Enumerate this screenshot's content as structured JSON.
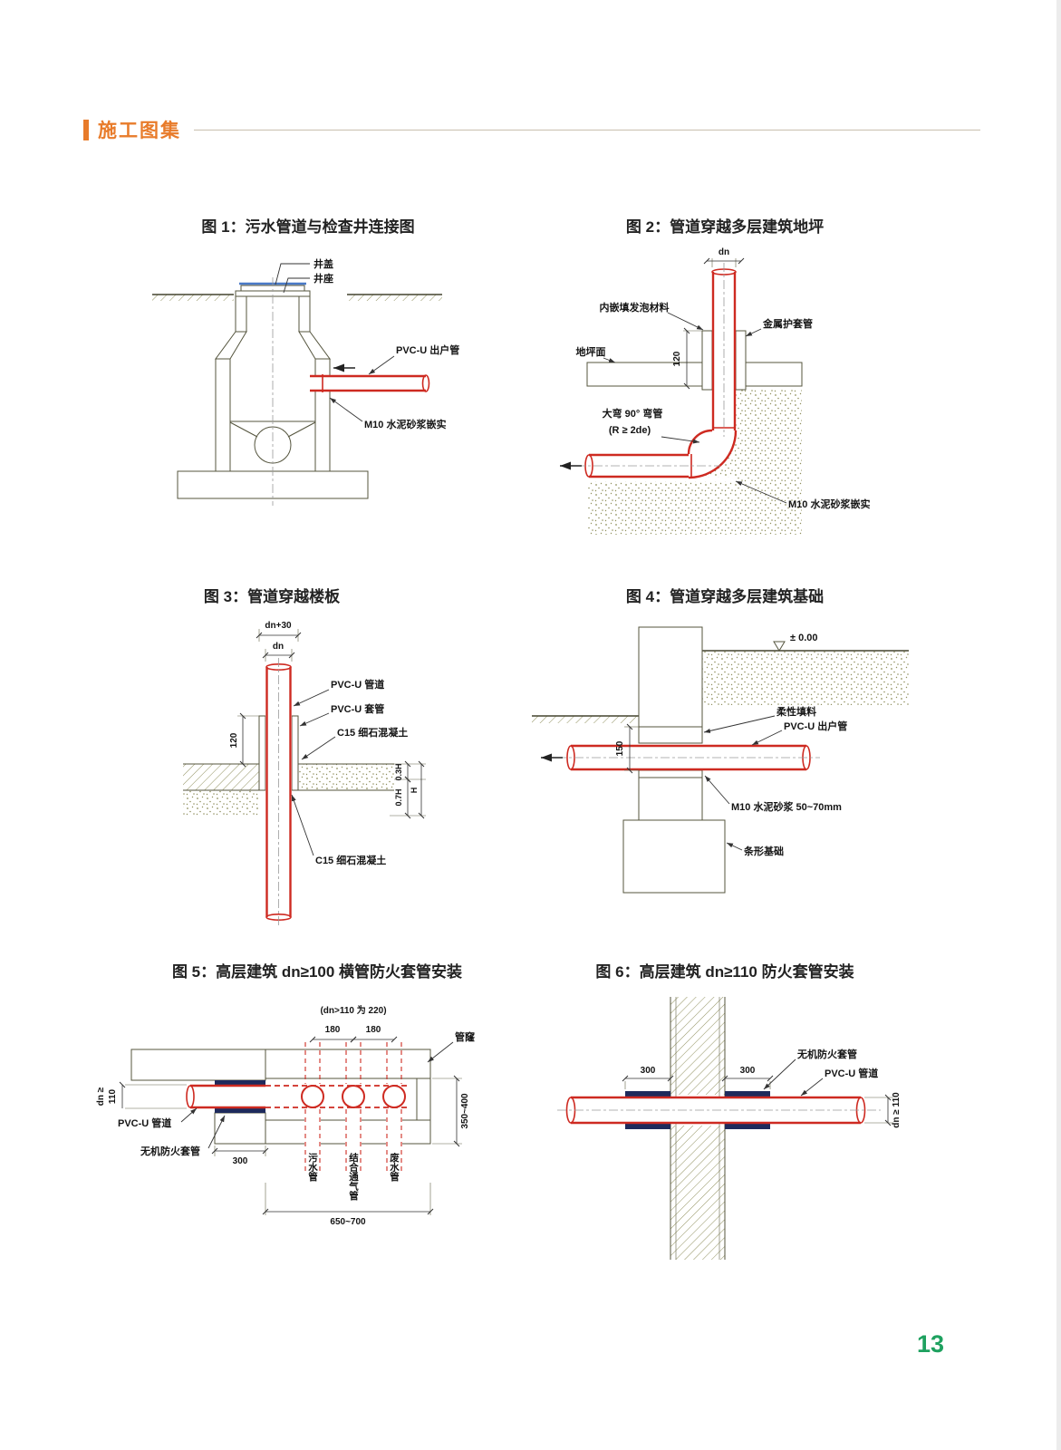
{
  "colors": {
    "accent_orange": "#e87b2a",
    "page_number_green": "#1ea15f",
    "pipe_red": "#ce2a21",
    "sleeve_navy": "#1e2a5c",
    "hatch_olive": "#90905e"
  },
  "page": {
    "header_title": "施工图集",
    "page_number": "13"
  },
  "fig1": {
    "title": "图 1：污水管道与检查井连接图",
    "well_cover": "井盖",
    "well_seat": "井座",
    "outlet_pipe": "PVC-U 出户管",
    "mortar": "M10 水泥砂浆嵌实"
  },
  "fig2": {
    "title": "图 2：管道穿越多层建筑地坪",
    "dn": "dn",
    "foam": "内嵌填发泡材料",
    "metal_sleeve": "金属护套管",
    "floor_surface": "地坪面",
    "dim_120": "120",
    "bend_line1": "大弯 90° 弯管",
    "bend_line2": "(R ≥ 2de)",
    "mortar": "M10 水泥砂浆嵌实"
  },
  "fig3": {
    "title": "图 3：管道穿越楼板",
    "dim_dn30": "dn+30",
    "dim_dn": "dn",
    "pipe": "PVC-U 管道",
    "sleeve": "PVC-U 套管",
    "concrete_top": "C15 细石混凝土",
    "dim_120": "120",
    "dim_03h": "0.3H",
    "dim_07h": "0.7H",
    "dim_h": "H",
    "concrete_bottom": "C15 细石混凝土"
  },
  "fig4": {
    "title": "图 4：管道穿越多层建筑基础",
    "level": "± 0.00",
    "filler": "柔性填料",
    "outlet_pipe": "PVC-U 出户管",
    "dim_150": "150",
    "mortar": "M10 水泥砂浆 50~70mm",
    "foundation": "条形基础"
  },
  "fig5": {
    "title": "图 5：高层建筑 dn≥100 横管防火套管安装",
    "dim_top": "(dn>110 为 220)",
    "dim_180a": "180",
    "dim_180b": "180",
    "shaft": "管窿",
    "dim_dn_line1": "dn ≥",
    "dim_dn_line2": "110",
    "pipe": "PVC-U 管道",
    "fire_sleeve": "无机防火套管",
    "dim_300": "300",
    "sewage": "污水管",
    "vent": "结合通气管",
    "waste": "废水管",
    "dim_350": "350~400",
    "dim_650": "650~700"
  },
  "fig6": {
    "title": "图 6：高层建筑 dn≥110 防火套管安装",
    "fire_sleeve": "无机防火套管",
    "pipe": "PVC-U 管道",
    "dim_300a": "300",
    "dim_300b": "300",
    "dim_dn": "dn ≥ 110"
  }
}
